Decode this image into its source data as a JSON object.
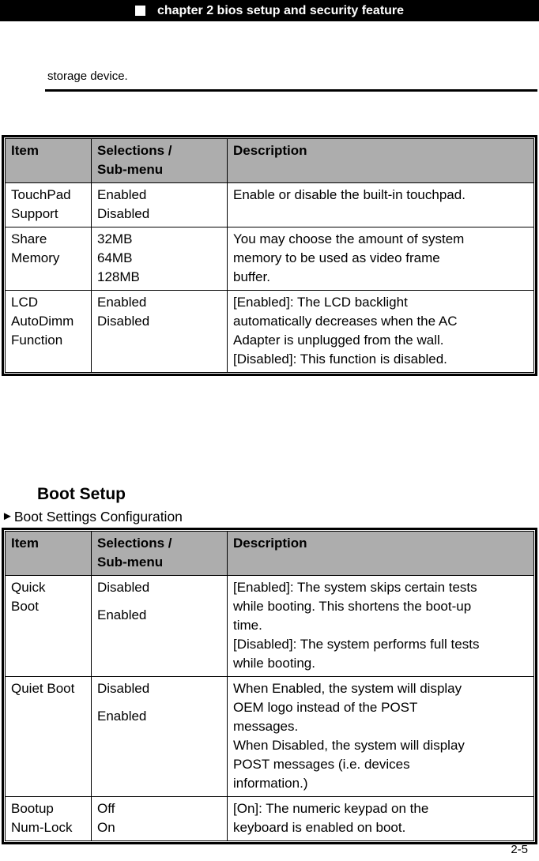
{
  "header": {
    "title": "chapter 2 bios setup and security feature"
  },
  "body_text": {
    "intro": "storage device."
  },
  "section": {
    "title": "Boot Setup",
    "arrow": "►",
    "subtitle": "Boot Settings Configuration"
  },
  "table1": {
    "headers": [
      "Item",
      "Selections /\nSub-menu",
      "Description"
    ],
    "rows": [
      {
        "item": "TouchPad\nSupport",
        "selections": [
          "Enabled",
          "Disabled"
        ],
        "description": [
          "Enable or disable the built-in touchpad."
        ]
      },
      {
        "item": "Share\nMemory",
        "selections": [
          "32MB",
          "64MB",
          "128MB"
        ],
        "description": [
          "You may choose the amount of system\nmemory to be used as video frame\nbuffer."
        ]
      },
      {
        "item": "LCD\nAutoDimm\nFunction",
        "selections": [
          "Enabled",
          "Disabled"
        ],
        "description": [
          "[Enabled]: The LCD backlight\nautomatically decreases when the AC\nAdapter is unplugged from the wall.",
          "[Disabled]: This function is disabled."
        ]
      }
    ]
  },
  "table2": {
    "headers": [
      "Item",
      "Selections /\nSub-menu",
      "Description"
    ],
    "rows": [
      {
        "item": "Quick\nBoot",
        "selections": [
          "Disabled",
          "Enabled"
        ],
        "description": [
          "[Enabled]: The system skips certain tests\nwhile booting. This shortens the boot-up\ntime.",
          "[Disabled]: The system performs full tests\nwhile booting."
        ]
      },
      {
        "item": "Quiet Boot",
        "selections": [
          "Disabled",
          "Enabled"
        ],
        "description": [
          "When Enabled, the system will display\nOEM logo instead of the POST\nmessages.",
          "When Disabled, the system will display\nPOST messages (i.e. devices\ninformation.)"
        ]
      },
      {
        "item": "Bootup\nNum-Lock",
        "selections": [
          "Off",
          "On"
        ],
        "description": [
          "[On]: The numeric keypad on the\nkeyboard is enabled on boot."
        ]
      }
    ]
  },
  "footer": {
    "page_number": "2-5"
  },
  "colors": {
    "header_bar_bg": "#000000",
    "header_bar_text": "#ffffff",
    "table_header_bg": "#adadad",
    "text_color": "#000000",
    "page_bg": "#ffffff"
  }
}
